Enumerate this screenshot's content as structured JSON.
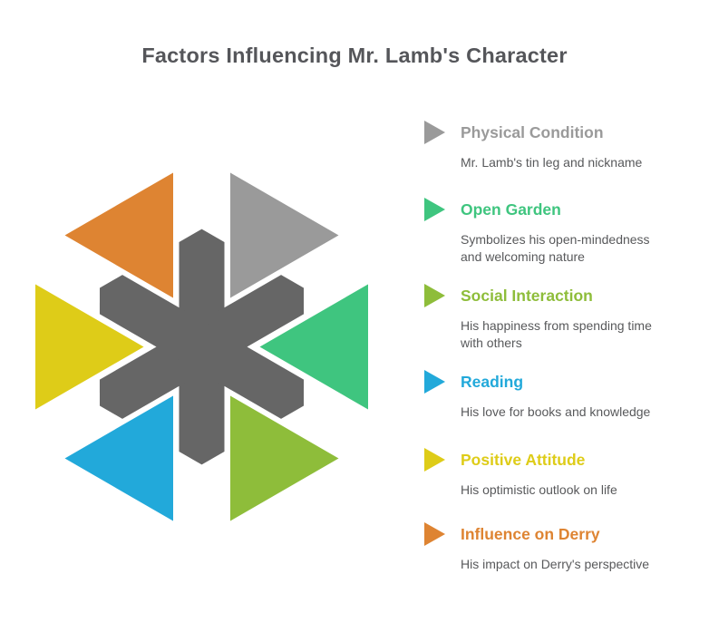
{
  "title": "Factors Influencing Mr. Lamb's Character",
  "colors": {
    "title_text": "#55565A",
    "body_text": "#58595B",
    "background": "#FFFFFF"
  },
  "legend": {
    "items": [
      {
        "title": "Physical Condition",
        "desc": "Mr. Lamb's tin leg and nickname",
        "color": "#9A9A9A",
        "icon": "right-triangle-icon"
      },
      {
        "title": "Open Garden",
        "desc": "Symbolizes his open-mindedness\nand welcoming nature",
        "color": "#3FC57F",
        "icon": "right-triangle-icon"
      },
      {
        "title": "Social Interaction",
        "desc": "His happiness from spending time\nwith others",
        "color": "#8EBD3A",
        "icon": "right-triangle-icon"
      },
      {
        "title": "Reading",
        "desc": "His love for books and knowledge",
        "color": "#22A9DA",
        "icon": "right-triangle-icon"
      },
      {
        "title": "Positive Attitude",
        "desc": "His optimistic outlook on life",
        "color": "#DECC18",
        "icon": "right-triangle-icon"
      },
      {
        "title": "Influence on Derry",
        "desc": "His impact on Derry's perspective",
        "color": "#DE8432",
        "icon": "right-triangle-icon"
      }
    ]
  },
  "diagram": {
    "center_shape": "six-armed-asterisk",
    "center_color": "#666666",
    "triangles": [
      {
        "position": "top-left",
        "factor": "Influence on Derry",
        "color": "#DE8432",
        "points_toward": "west"
      },
      {
        "position": "top-right",
        "factor": "Physical Condition",
        "color": "#9A9A9A",
        "points_toward": "east"
      },
      {
        "position": "middle-left",
        "factor": "Positive Attitude",
        "color": "#DECC18",
        "points_toward": "east"
      },
      {
        "position": "middle-right",
        "factor": "Open Garden",
        "color": "#3FC57F",
        "points_toward": "west"
      },
      {
        "position": "bottom-left",
        "factor": "Reading",
        "color": "#22A9DA",
        "points_toward": "west"
      },
      {
        "position": "bottom-right",
        "factor": "Social Interaction",
        "color": "#8EBD3A",
        "points_toward": "east"
      }
    ]
  }
}
